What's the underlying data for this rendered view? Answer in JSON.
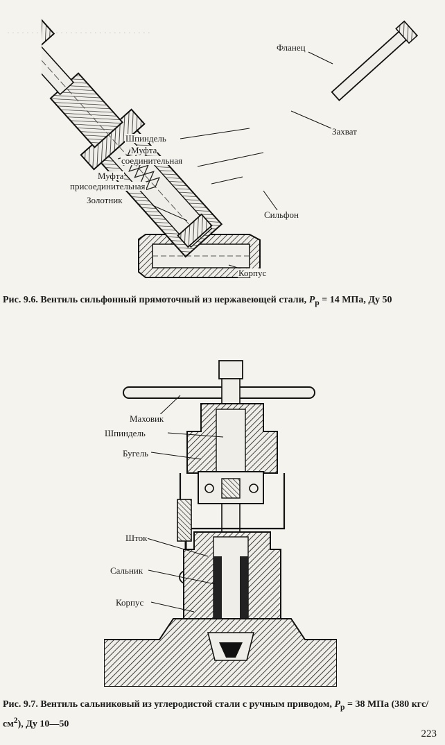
{
  "figure1": {
    "labels": {
      "flanets": "Фланец",
      "shpindel": "Шпиндель",
      "mufta_soed_1": "Муфта",
      "mufta_soed_2": "соединительная",
      "zakhvat": "Захват",
      "mufta_pris_1": "Муфта",
      "mufta_pris_2": "присоединительная",
      "zolotnik": "Золотник",
      "silfon": "Сильфон",
      "korpus": "Корпус"
    },
    "caption_prefix": "Рис. 9.6. Вентиль сильфонный прямоточный из нержавеющей стали, ",
    "caption_P": "P",
    "caption_sub": "р",
    "caption_suffix": " = 14 МПа, Ду 50"
  },
  "figure2": {
    "labels": {
      "makhovik": "Маховик",
      "shpindel": "Шпиндель",
      "bugel": "Бугель",
      "shtok": "Шток",
      "salnik": "Сальник",
      "korpus": "Корпус"
    },
    "caption_prefix": "Рис. 9.7. Вентиль сальниковый из углеродистой стали с ручным приводом, ",
    "caption_P": "P",
    "caption_sub": "р",
    "caption_mid": " = 38 МПа (380 кгс/см",
    "caption_sup": "2",
    "caption_suffix": "), Ду 10—50"
  },
  "page_number": "223"
}
